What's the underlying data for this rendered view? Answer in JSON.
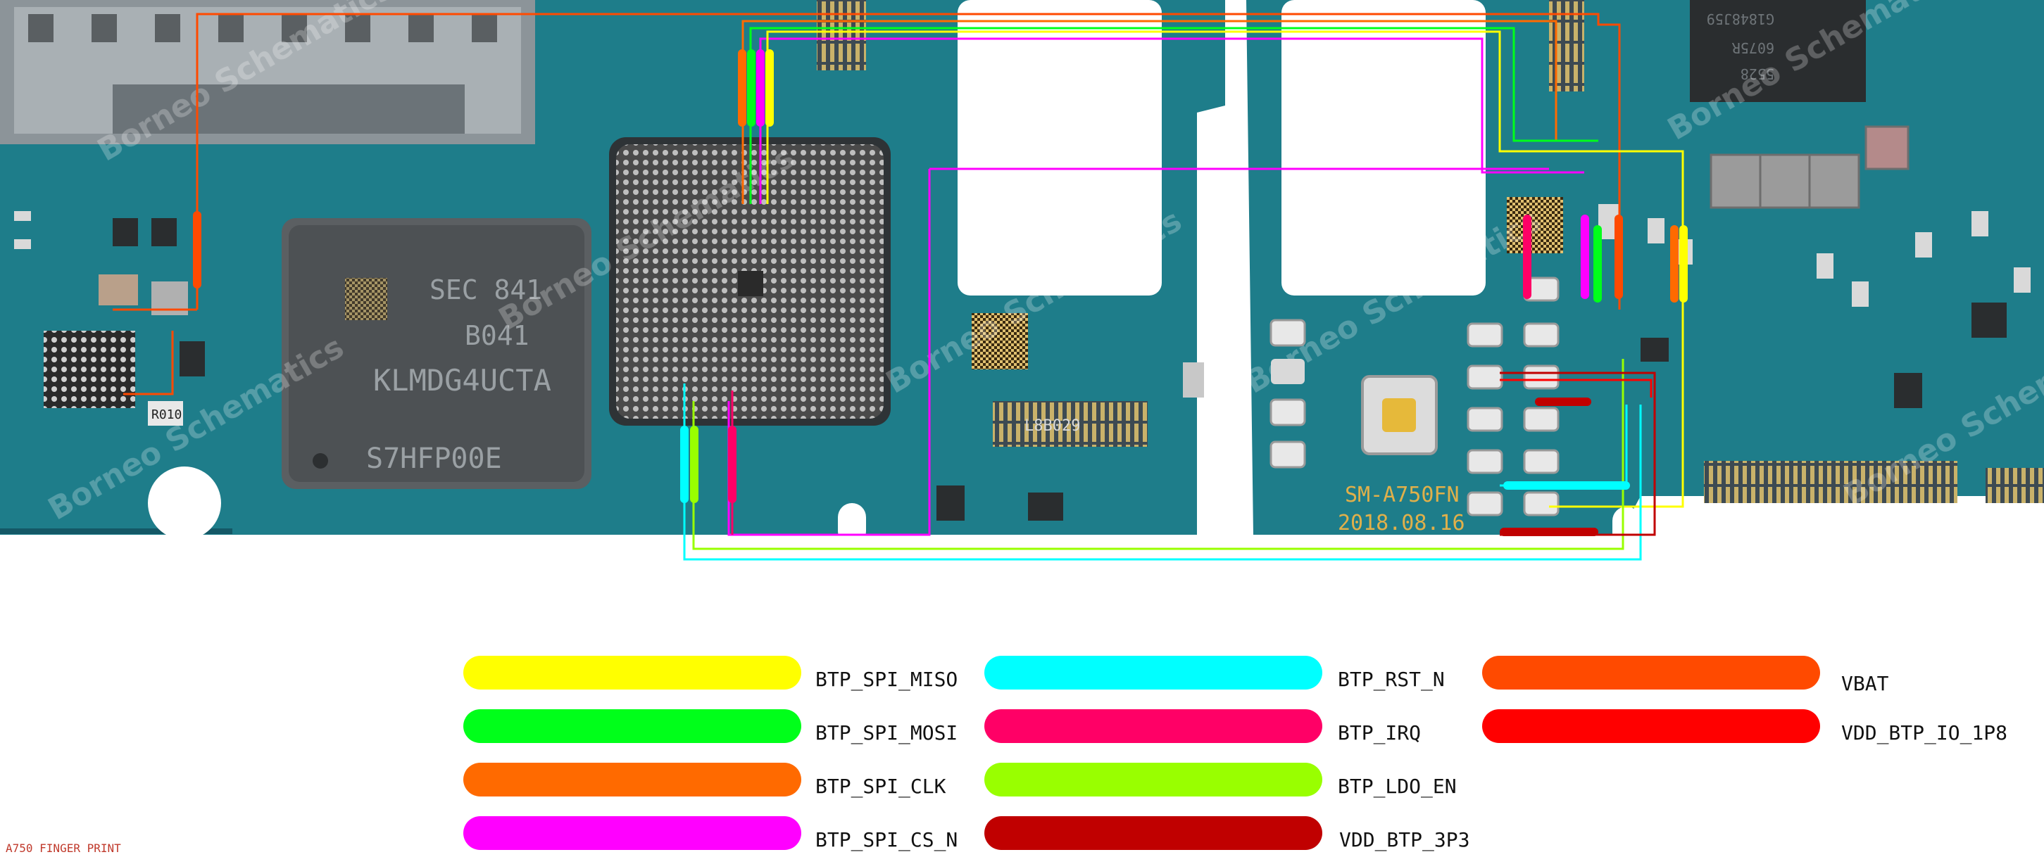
{
  "diagram": {
    "title": "A750 FINGER PRINT",
    "chip_markings": {
      "memory_line1": "SEC 841",
      "memory_line2": "B041",
      "memory_line3": "KLMDG4UCTA",
      "memory_line4": "S7HFP00E",
      "small_part": "R010",
      "connector": "L8B029",
      "chip_right_1": "5528",
      "chip_right_2": "6075R",
      "chip_right_3": "G1848J59"
    },
    "board_model": "SM-A750FN",
    "board_date": "2018.08.16",
    "watermark": "Borneo Schematics"
  },
  "legend": [
    {
      "label": "BTP_SPI_MISO",
      "color": "#ffff00"
    },
    {
      "label": "BTP_SPI_MOSI",
      "color": "#00ff1a"
    },
    {
      "label": "BTP_SPI_CLK",
      "color": "#ff6a00"
    },
    {
      "label": "BTP_SPI_CS_N",
      "color": "#ff00ff"
    },
    {
      "label": "BTP_RST_N",
      "color": "#00ffff"
    },
    {
      "label": "BTP_IRQ",
      "color": "#ff0066"
    },
    {
      "label": "BTP_LDO_EN",
      "color": "#99ff00"
    },
    {
      "label": "VDD_BTP_3P3",
      "color": "#c00000"
    },
    {
      "label": "VBAT",
      "color": "#ff4a00"
    },
    {
      "label": "VDD_BTP_IO_1P8",
      "color": "#ff0000"
    }
  ]
}
